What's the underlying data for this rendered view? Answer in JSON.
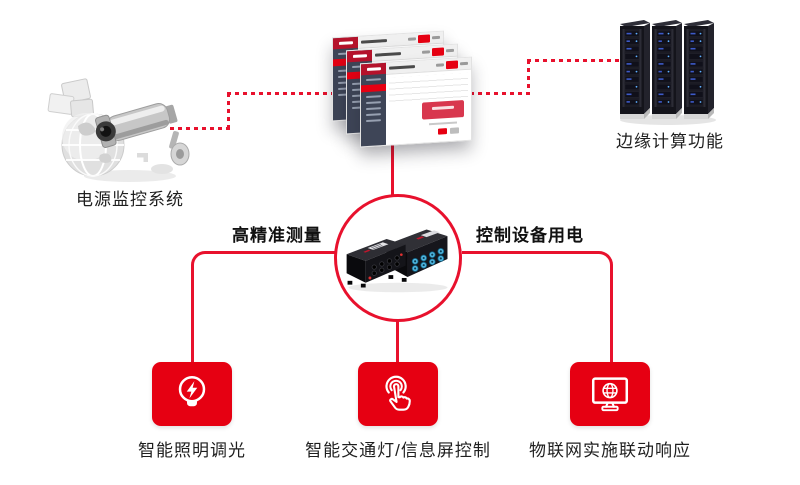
{
  "colors": {
    "accent_red": "#e60012",
    "line_red": "#e8112d",
    "sidebar_dark": "#3e4557",
    "rack_dark": "#14141b",
    "text_dark": "#1f1f1f"
  },
  "nodes": {
    "power_monitoring": {
      "label": "电源监控系统",
      "icon": "cctv-camera-globe-icon"
    },
    "management_platform": {
      "icon": "dashboard-screens-icon"
    },
    "edge_computing": {
      "label": "边缘计算功能",
      "icon": "server-rack-icon"
    },
    "controller_device": {
      "icon": "power-controller-device-icon"
    }
  },
  "link_labels": {
    "left": "高精准测量",
    "right": "控制设备用电"
  },
  "bottom_nodes": [
    {
      "label": "智能照明调光",
      "icon": "light-bulb-lightning-icon"
    },
    {
      "label": "智能交通灯/信息屏控制",
      "icon": "touch-tap-icon"
    },
    {
      "label": "物联网实施联动响应",
      "icon": "monitor-globe-icon"
    }
  ]
}
